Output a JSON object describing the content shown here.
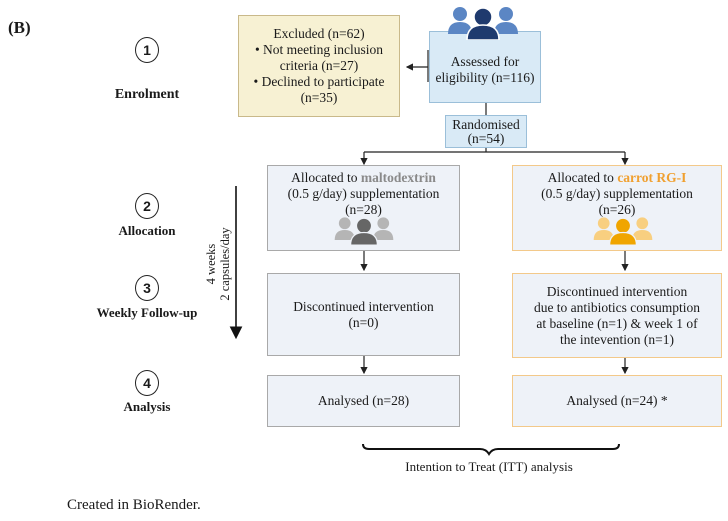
{
  "panel_label": "(B)",
  "steps": [
    {
      "number": "1",
      "label": "Enrolment"
    },
    {
      "number": "2",
      "label": "Allocation"
    },
    {
      "number": "3",
      "label": "Weekly Follow-up"
    },
    {
      "number": "4",
      "label": "Analysis"
    }
  ],
  "timeline": {
    "line1": "4 weeks",
    "line2": "2 capsules/day"
  },
  "assessed": {
    "line1": "Assessed for",
    "line2": "eligibility (n=116)",
    "icon": "people-group-icon",
    "icon_color_main": "#1f3a6e",
    "icon_color_side": "#5b86c4"
  },
  "excluded": {
    "title": "Excluded (n=62)",
    "bullets": [
      "• Not meeting inclusion",
      "criteria (n=27)",
      "• Declined to participate",
      "(n=35)"
    ]
  },
  "randomised": {
    "line1": "Randomised",
    "line2": "(n=54)"
  },
  "arms": [
    {
      "allocation": {
        "prefix": "Allocated to ",
        "product": "maltodextrin",
        "line2": "(0.5 g/day) supplementation",
        "line3": "(n=28)"
      },
      "icon": "people-group-icon",
      "icon_color_main": "#666666",
      "icon_color_side": "#b5b5b5",
      "followup": [
        "Discontinued intervention",
        "(n=0)"
      ],
      "analysis": "Analysed (n=28)"
    },
    {
      "allocation": {
        "prefix": "Allocated to ",
        "product": "carrot RG-I",
        "line2": "(0.5 g/day) supplementation",
        "line3": "(n=26)"
      },
      "icon": "people-group-icon",
      "icon_color_main": "#f0a500",
      "icon_color_side": "#f8cf80",
      "followup": [
        "Discontinued intervention",
        "due to antibiotics consumption",
        "at baseline (n=1) & week 1 of",
        "the intevention (n=1)"
      ],
      "analysis": "Analysed (n=24) *"
    }
  ],
  "itt_label": "Intention to Treat (ITT) analysis",
  "footer": "Created in BioRender."
}
